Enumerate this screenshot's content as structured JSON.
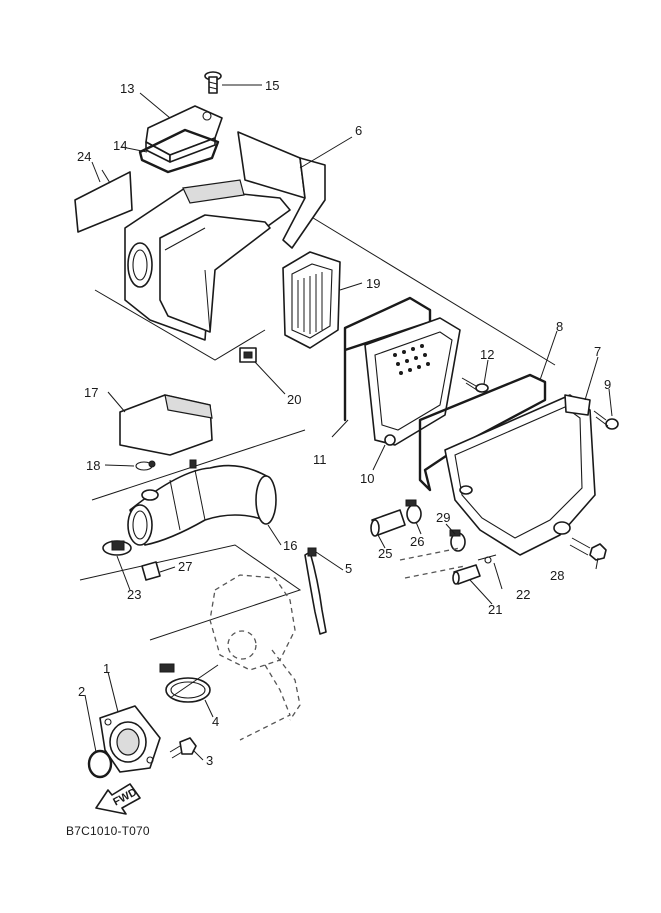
{
  "diagram_code": "B7C1010-T070",
  "fwd_label": "FWD",
  "callouts": {
    "p1": "1",
    "p2": "2",
    "p3": "3",
    "p4": "4",
    "p5": "5",
    "p6": "6",
    "p7": "7",
    "p8": "8",
    "p9": "9",
    "p10": "10",
    "p11": "11",
    "p12": "12",
    "p13": "13",
    "p14": "14",
    "p15": "15",
    "p16": "16",
    "p17": "17",
    "p18": "18",
    "p19": "19",
    "p20": "20",
    "p21": "21",
    "p22": "22",
    "p23": "23",
    "p24": "24",
    "p25": "25",
    "p26": "26",
    "p27": "27",
    "p28": "28",
    "p29": "29"
  }
}
